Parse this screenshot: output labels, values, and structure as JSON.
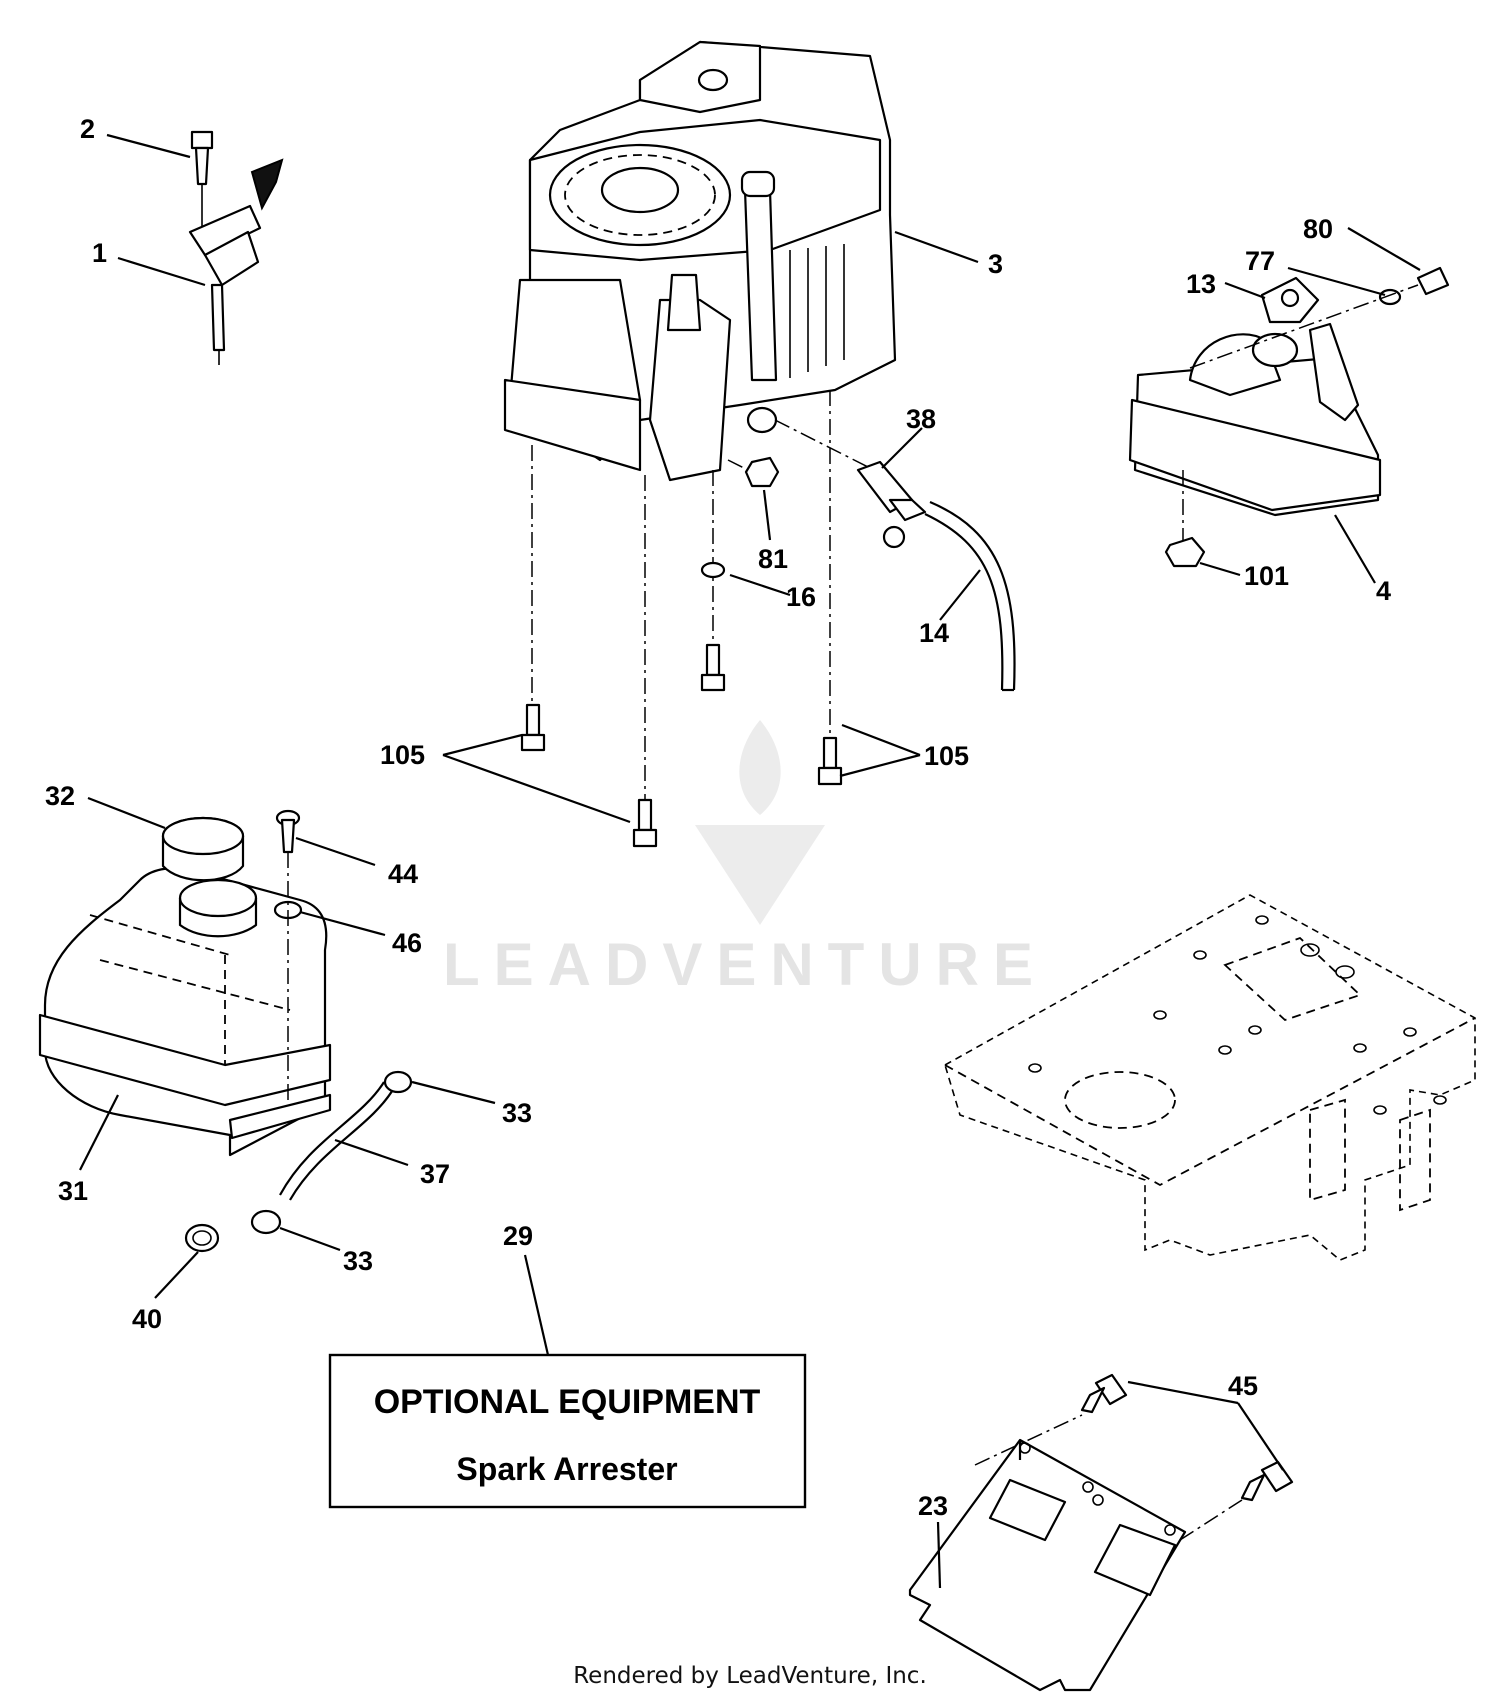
{
  "watermark": {
    "text": "LEADVENTURE"
  },
  "optional_box": {
    "title": "OPTIONAL EQUIPMENT",
    "subtitle": "Spark Arrester"
  },
  "footer": {
    "text": "Rendered by LeadVenture, Inc."
  },
  "callouts": {
    "c1": "1",
    "c2": "2",
    "c3": "3",
    "c4": "4",
    "c13": "13",
    "c14": "14",
    "c16": "16",
    "c23": "23",
    "c29": "29",
    "c31": "31",
    "c32": "32",
    "c33a": "33",
    "c33b": "33",
    "c37": "37",
    "c38": "38",
    "c40": "40",
    "c44": "44",
    "c45": "45",
    "c46": "46",
    "c77": "77",
    "c80": "80",
    "c81": "81",
    "c101": "101",
    "c105a": "105",
    "c105b": "105"
  }
}
